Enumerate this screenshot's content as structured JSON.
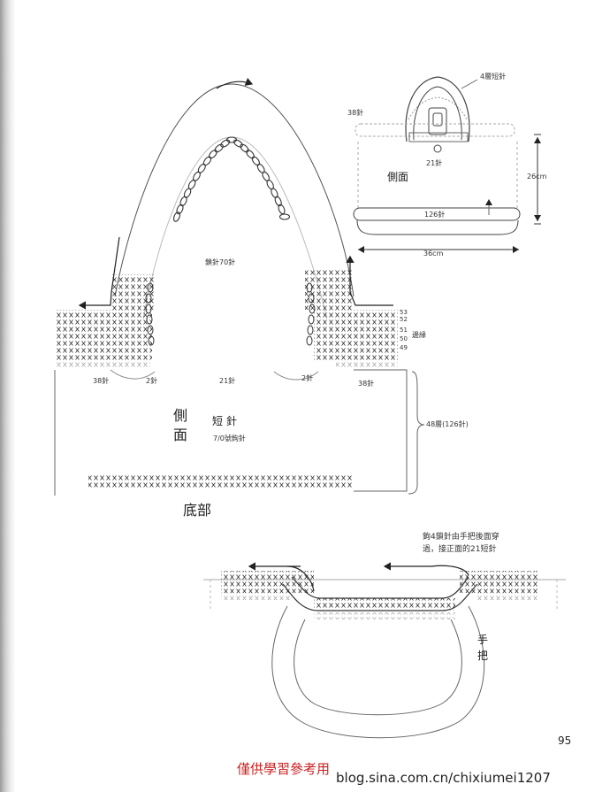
{
  "top_right": {
    "label_4rows": "4層短針",
    "label_38": "38針",
    "label_21": "21針",
    "label_side": "側面",
    "label_26cm": "26cm",
    "label_126": "126針",
    "label_36cm": "36cm"
  },
  "main": {
    "chain_70": "鎖針70針",
    "row_numbers": [
      "53",
      "52",
      "51",
      "50",
      "49"
    ],
    "edge": "邊緣",
    "bottom_labels": [
      "38針",
      "2針",
      "21針",
      "2針"
    ],
    "right_38": "38針",
    "side_line1": "側",
    "side_line2": "面",
    "stitch": "短 針",
    "hook": "7/0號鉤針",
    "rows_48": "48層(126針)",
    "bottom": "底部"
  },
  "handle_detail": {
    "note_line1": "鉤4鎖針由手把後面穿",
    "note_line2": "過，接正面的21短針",
    "handle_line1": "手",
    "handle_line2": "把"
  },
  "footer": {
    "page_number": "95",
    "watermark_cn": "僅供學習參考用",
    "watermark_url": "blog.sina.com.cn/chixiumei1207"
  }
}
